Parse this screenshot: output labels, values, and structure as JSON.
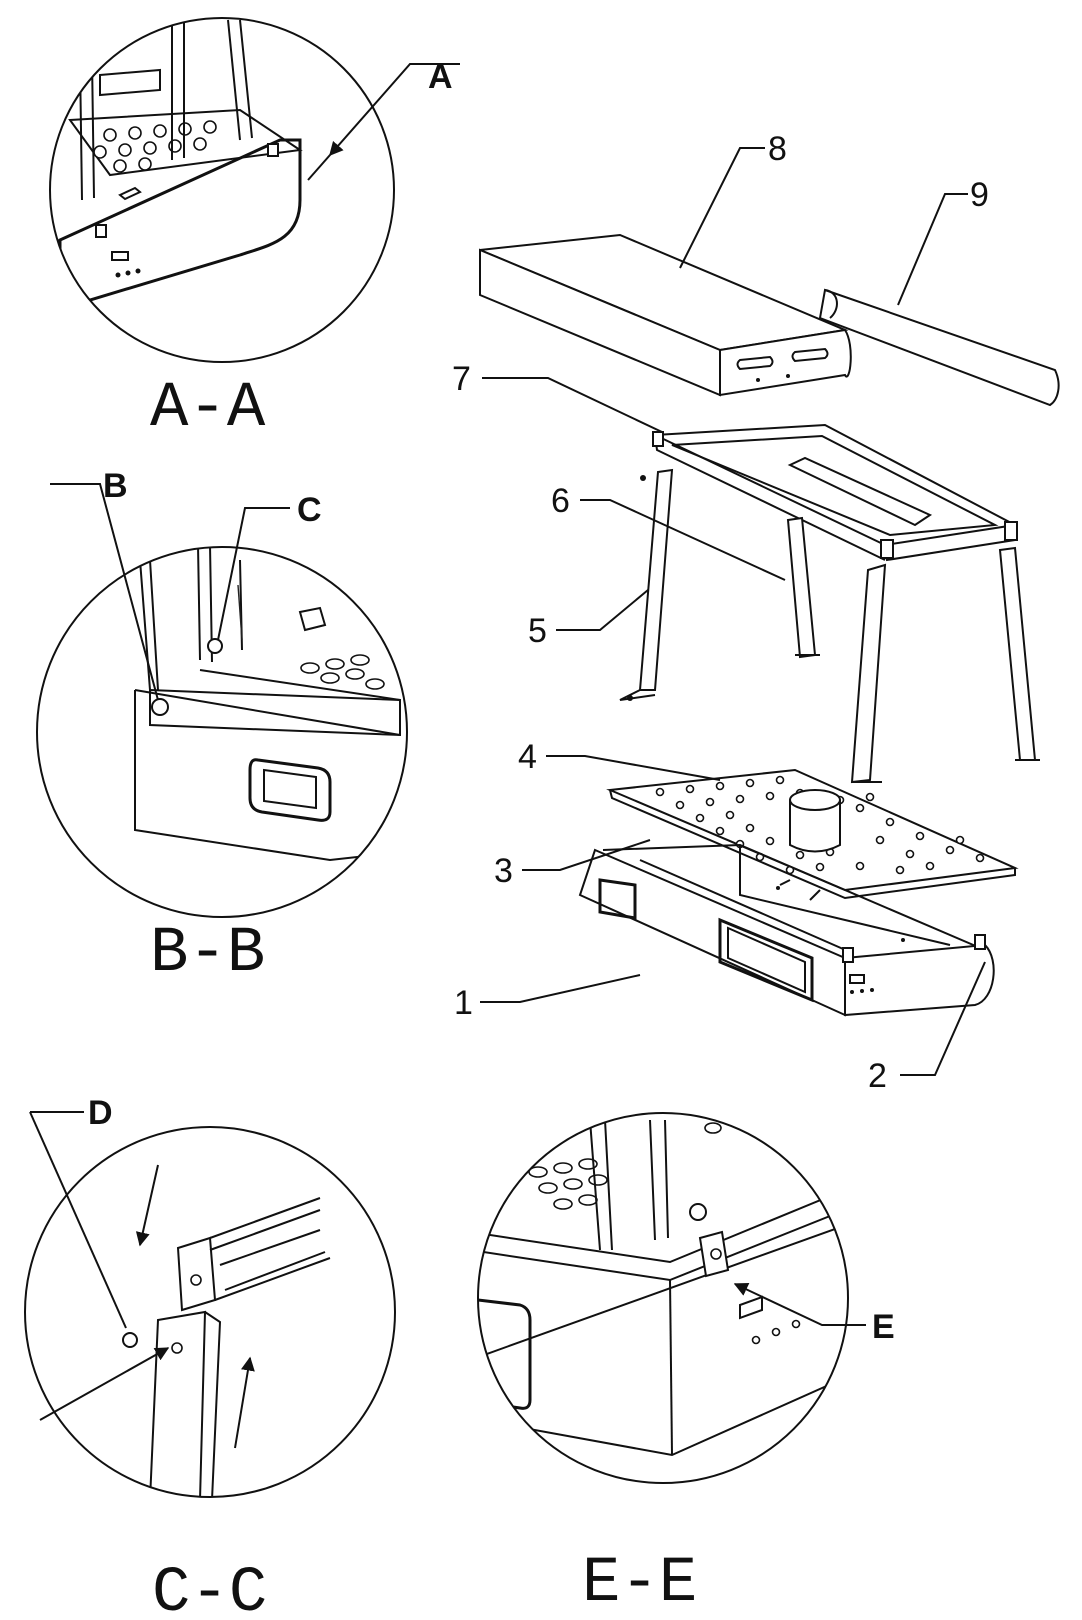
{
  "callouts": {
    "A": "A",
    "B": "B",
    "C": "C",
    "D": "D",
    "E": "E"
  },
  "sections": {
    "aa": "A-A",
    "bb": "B-B",
    "cc": "C-C",
    "ee": "E-E"
  },
  "parts": {
    "p1": "1",
    "p2": "2",
    "p3": "3",
    "p4": "4",
    "p5": "5",
    "p6": "6",
    "p7": "7",
    "p8": "8",
    "p9": "9"
  }
}
